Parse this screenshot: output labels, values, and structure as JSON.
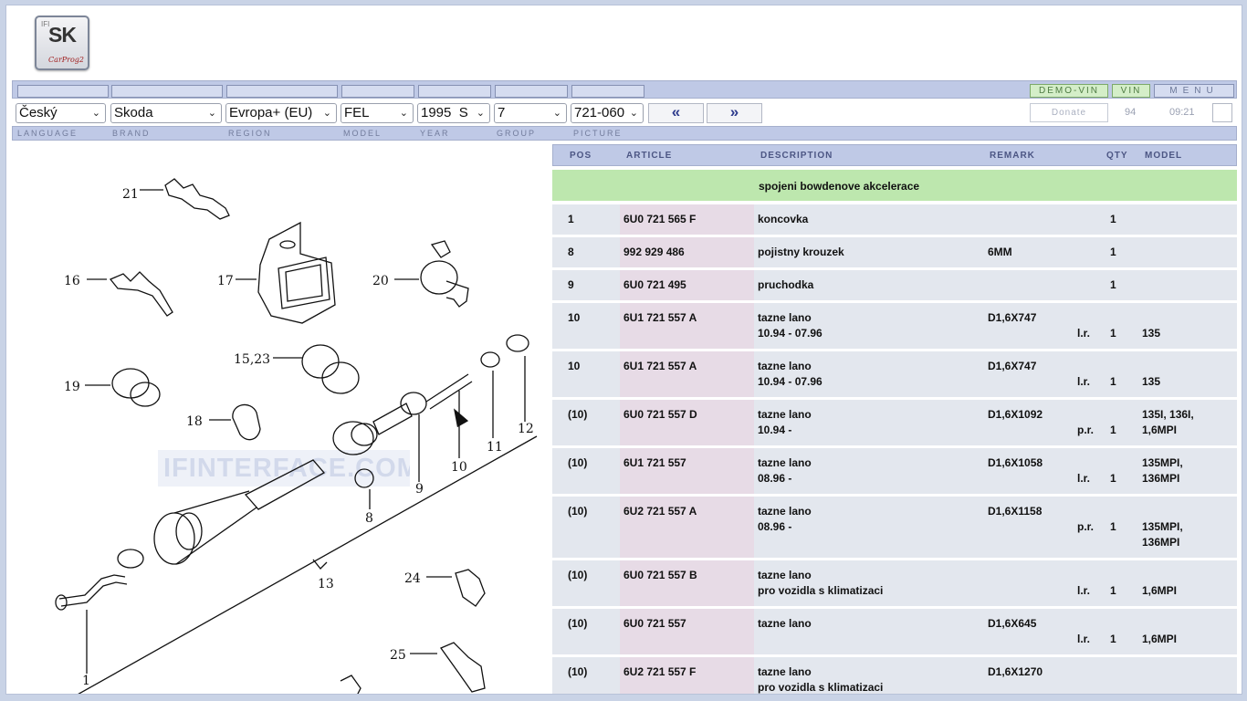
{
  "logo": {
    "small": "IFI",
    "big": "SK",
    "script": "CarProg2"
  },
  "top_buttons": {
    "demo_vin": "DEMO-VIN",
    "vin": "VIN",
    "menu": "MENU"
  },
  "selectors": {
    "language": "Český",
    "brand": "Skoda",
    "region": "Evropa+ (EU)",
    "model": "FEL",
    "year": "1995  S",
    "group": "7",
    "picture": "721-060"
  },
  "nav": {
    "prev": "«",
    "next": "»",
    "donate": "Donate",
    "count": "94",
    "time": "09:21"
  },
  "labels": {
    "language": "LANGUAGE",
    "brand": "BRAND",
    "region": "REGION",
    "model": "MODEL",
    "year": "YEAR",
    "group": "GROUP",
    "picture": "PICTURE"
  },
  "drawing": {
    "watermark": "IFINTERFACE.COM",
    "callouts": [
      "21",
      "16",
      "17",
      "20",
      "15,23",
      "19",
      "18",
      "8",
      "9",
      "10",
      "11",
      "12",
      "13",
      "24",
      "25",
      "1"
    ]
  },
  "table": {
    "headers": {
      "pos": "POS",
      "article": "ARTICLE",
      "description": "DESCRIPTION",
      "remark": "REMARK",
      "qty": "QTY",
      "model": "MODEL"
    },
    "group_title": "spojeni bowdenove akcelerace",
    "rows": [
      {
        "pos": "1",
        "article": "6U0 721 565 F",
        "desc1": "koncovka",
        "desc2": "",
        "remark": "",
        "side": "",
        "qty": "1",
        "model1": "",
        "model2": "",
        "model3": ""
      },
      {
        "pos": "8",
        "article": "992 929 486",
        "desc1": "pojistny krouzek",
        "desc2": "",
        "remark": "6MM",
        "side": "",
        "qty": "1",
        "model1": "",
        "model2": "",
        "model3": ""
      },
      {
        "pos": "9",
        "article": "6U0 721 495",
        "desc1": "pruchodka",
        "desc2": "",
        "remark": "",
        "side": "",
        "qty": "1",
        "model1": "",
        "model2": "",
        "model3": ""
      },
      {
        "pos": "10",
        "article": "6U1 721 557 A",
        "desc1": "tazne lano",
        "desc2": "10.94 - 07.96",
        "remark": "D1,6X747",
        "side": "l.r.",
        "qty": "1",
        "model1": "",
        "model2": "135",
        "model3": ""
      },
      {
        "pos": "10",
        "article": "6U1 721 557 A",
        "desc1": "tazne lano",
        "desc2": "10.94 - 07.96",
        "remark": "D1,6X747",
        "side": "l.r.",
        "qty": "1",
        "model1": "",
        "model2": "135",
        "model3": ""
      },
      {
        "pos": "(10)",
        "article": "6U0 721 557 D",
        "desc1": "tazne lano",
        "desc2": "10.94 -",
        "remark": "D1,6X1092",
        "side": "p.r.",
        "qty": "1",
        "model1": "135I, 136I,",
        "model2": "1,6MPI",
        "model3": ""
      },
      {
        "pos": "(10)",
        "article": "6U1 721 557",
        "desc1": "tazne lano",
        "desc2": "08.96 -",
        "remark": "D1,6X1058",
        "side": "l.r.",
        "qty": "1",
        "model1": "135MPI,",
        "model2": "136MPI",
        "model3": ""
      },
      {
        "pos": "(10)",
        "article": "6U2 721 557 A",
        "desc1": "tazne lano",
        "desc2": "08.96 -",
        "remark": "D1,6X1158",
        "side": "p.r.",
        "qty": "1",
        "model1": "",
        "model2": "135MPI,",
        "model3": "136MPI"
      },
      {
        "pos": "(10)",
        "article": "6U0 721 557 B",
        "desc1": "tazne lano",
        "desc2": "pro vozidla s klimatizaci",
        "remark": "",
        "side": "l.r.",
        "qty": "1",
        "model1": "",
        "model2": "1,6MPI",
        "model3": ""
      },
      {
        "pos": "(10)",
        "article": "6U0 721 557",
        "desc1": "tazne lano",
        "desc2": "",
        "remark": "D1,6X645",
        "side": "l.r.",
        "qty": "1",
        "model1": "",
        "model2": "1,6MPI",
        "model3": ""
      },
      {
        "pos": "(10)",
        "article": "6U2 721 557 F",
        "desc1": "tazne lano",
        "desc2": "pro vozidla s klimatizaci",
        "remark": "D1,6X1270",
        "side": "",
        "qty": "",
        "model1": "",
        "model2": "",
        "model3": ""
      }
    ]
  }
}
